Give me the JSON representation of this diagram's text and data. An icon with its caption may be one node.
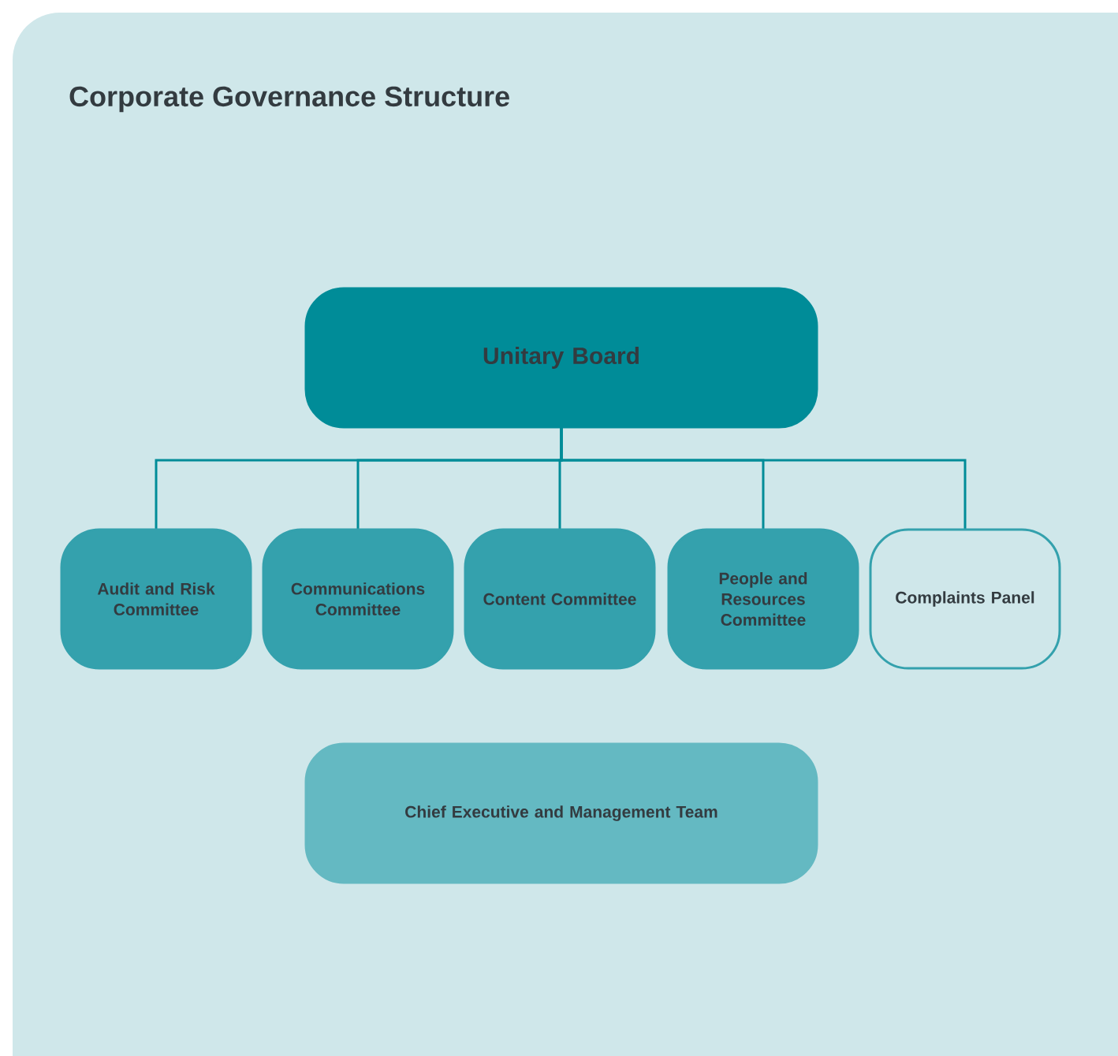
{
  "diagram": {
    "title": "Corporate Governance Structure",
    "nodes": [
      {
        "text": [
          "Unitary Board"
        ]
      },
      {
        "text": [
          "Audit and Risk Committee"
        ]
      },
      {
        "text": [
          "Communications Committee"
        ]
      },
      {
        "text": [
          "Content Committee"
        ]
      },
      {
        "text": [
          "People and Resources Committee"
        ]
      },
      {
        "text": [
          "Complaints Panel"
        ]
      },
      {
        "text": [
          "Chief Executive and Management Team"
        ]
      }
    ],
    "edges": [
      {
        "from": 0,
        "to": 1,
        "arrow": "none"
      },
      {
        "from": 0,
        "to": 2,
        "arrow": "none"
      },
      {
        "from": 0,
        "to": 3,
        "arrow": "none"
      },
      {
        "from": 0,
        "to": 4,
        "arrow": "none"
      },
      {
        "from": 0,
        "to": 5,
        "arrow": "none"
      }
    ]
  }
}
